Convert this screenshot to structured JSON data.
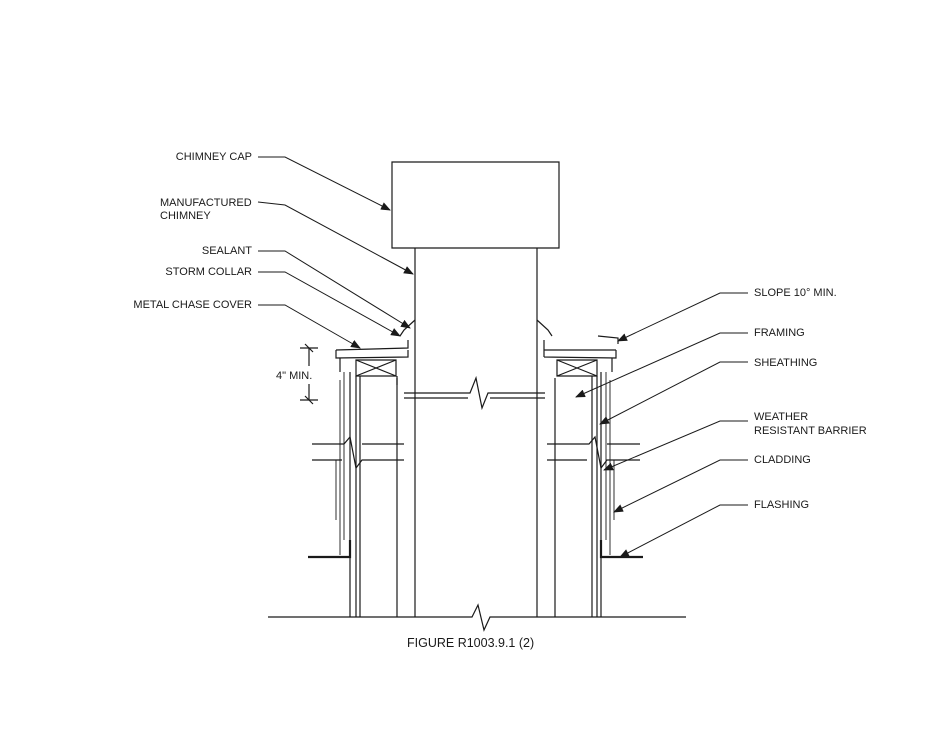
{
  "labels": {
    "chimney_cap": "CHIMNEY CAP",
    "manufactured_chimney_1": "MANUFACTURED",
    "manufactured_chimney_2": "CHIMNEY",
    "sealant": "SEALANT",
    "storm_collar": "STORM COLLAR",
    "metal_chase_cover": "METAL CHASE COVER",
    "four_in_min": "4\" MIN.",
    "slope": "SLOPE 10° MIN.",
    "framing": "FRAMING",
    "sheathing": "SHEATHING",
    "weather_barrier_1": "WEATHER",
    "weather_barrier_2": "RESISTANT BARRIER",
    "cladding": "CLADDING",
    "flashing": "FLASHING"
  },
  "caption": "FIGURE R1003.9.1 (2)"
}
